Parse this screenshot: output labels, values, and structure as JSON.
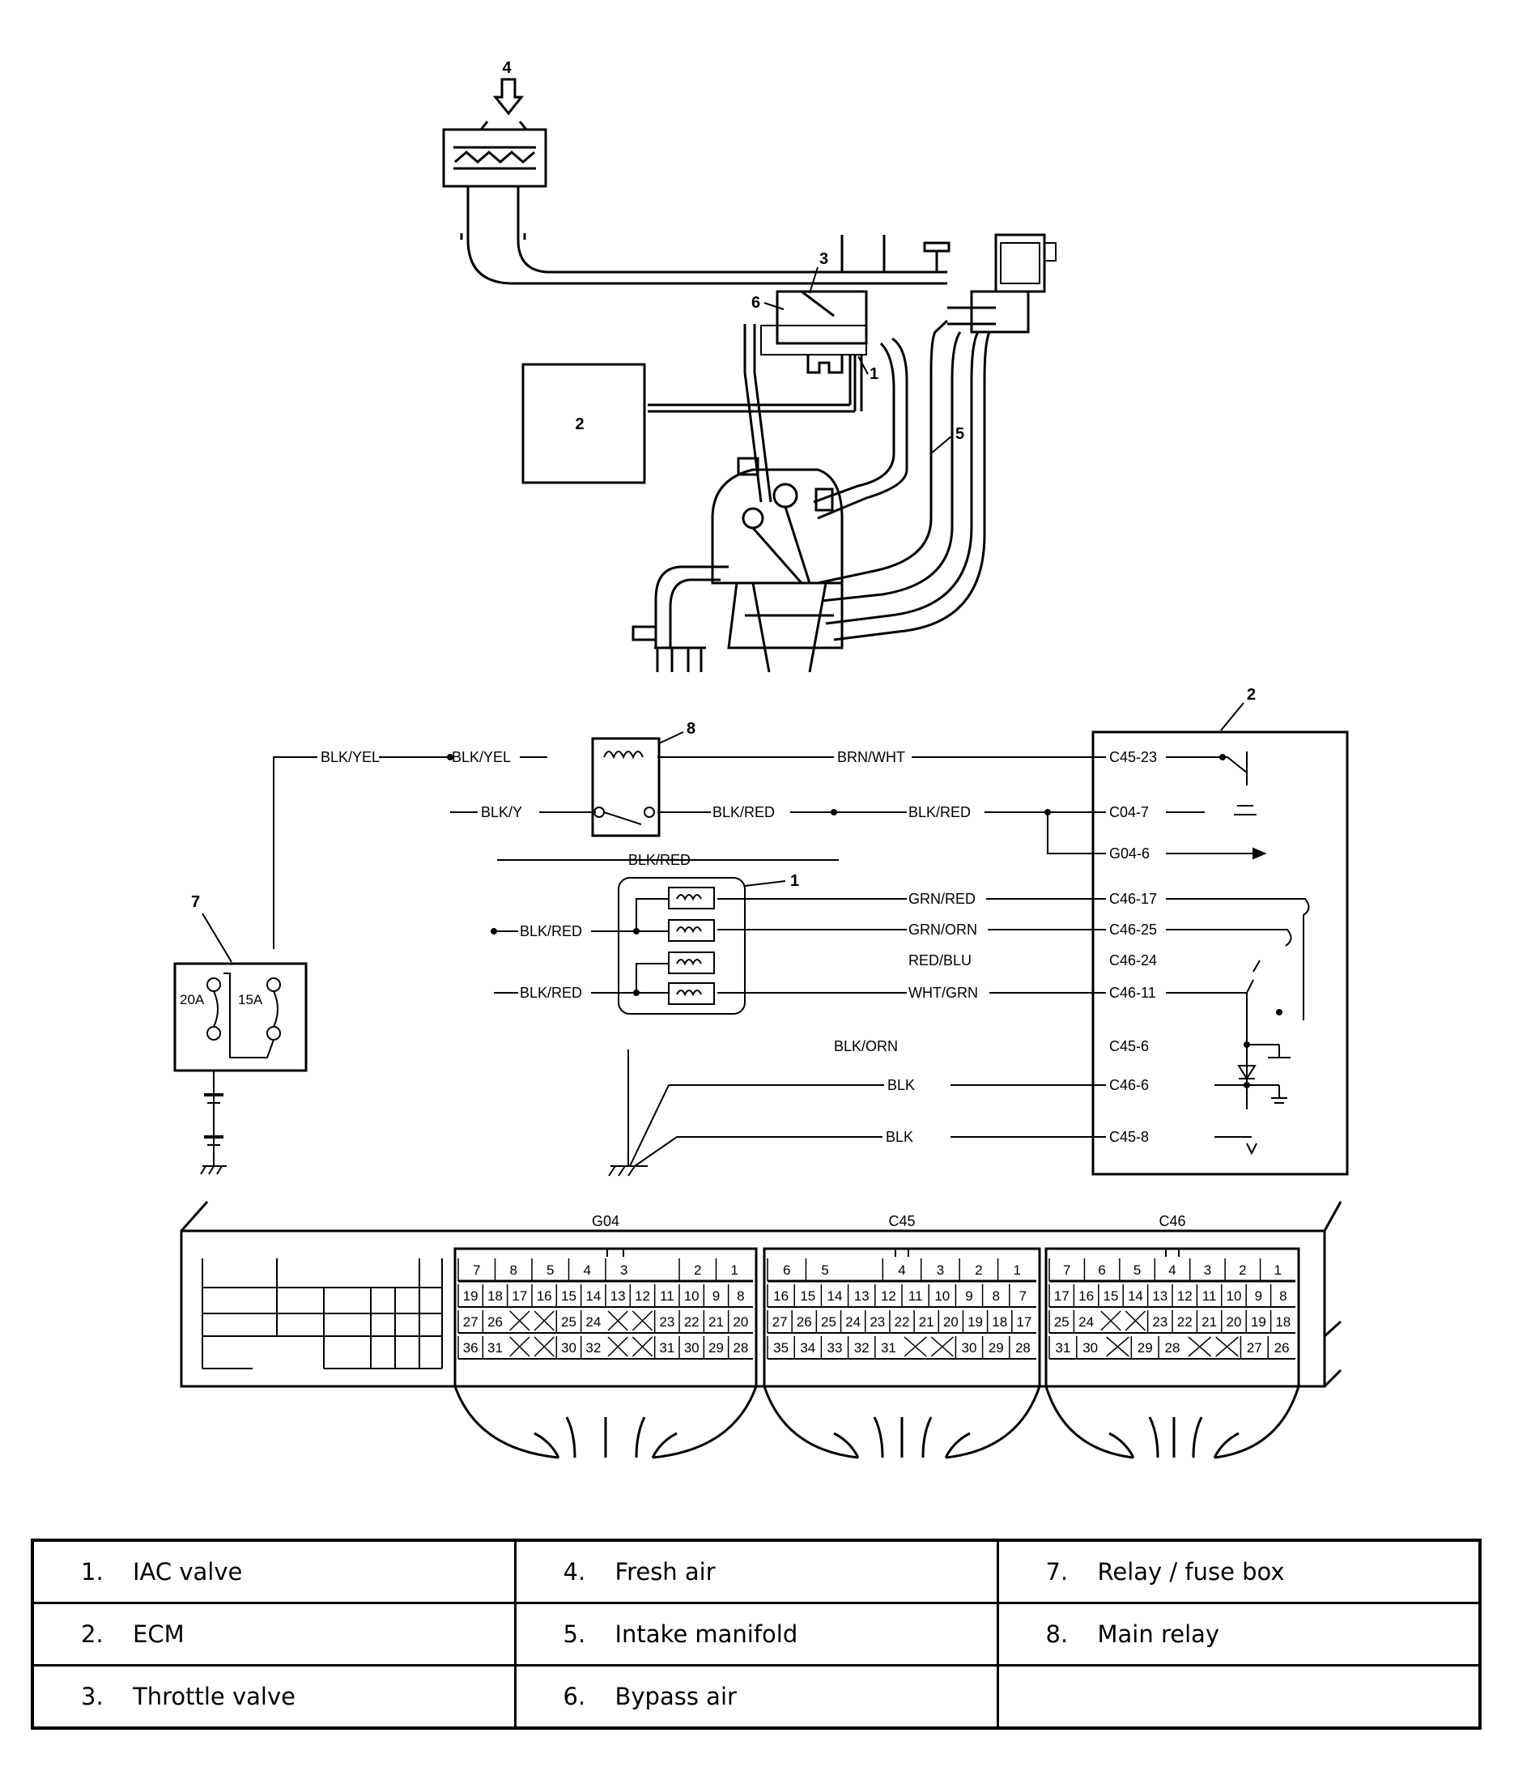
{
  "callouts": {
    "fresh_air": "4",
    "throttle": "3",
    "bypass": "6",
    "iac": "1",
    "ecm": "2",
    "intake": "5"
  },
  "schematic": {
    "fusebox_num": "7",
    "main_relay_num": "8",
    "iac_num": "1",
    "ecm_num": "2",
    "fuse_20a": "20A",
    "fuse_15a": "15A",
    "wires": {
      "blk_yel_1": "BLK/YEL",
      "blk_yel_2": "BLK/YEL",
      "blk_yel_3": "BLK/Y",
      "brn_wht": "BRN/WHT",
      "blk_red_1": "BLK/RED",
      "blk_red_2": "BLK/RED",
      "blk_red_3": "BLK/RED",
      "blk_red_4": "BLK/RED",
      "blk_red_5": "BLK/RED",
      "grn_red": "GRN/RED",
      "grn_orn": "GRN/ORN",
      "red_blu": "RED/BLU",
      "wht_grn": "WHT/GRN",
      "blk_orn": "BLK/ORN",
      "blk_1": "BLK",
      "blk_2": "BLK"
    },
    "terminals": [
      "C45-23",
      "C04-7",
      "G04-6",
      "C46-17",
      "C46-25",
      "C46-24",
      "C46-11",
      "C45-6",
      "C46-6",
      "C45-8"
    ]
  },
  "connectors": {
    "g04": {
      "name": "G04",
      "rows": [
        [
          "7",
          "8",
          "5",
          "4",
          "3",
          "",
          "2",
          "1"
        ],
        [
          "19",
          "18",
          "17",
          "16",
          "15",
          "14",
          "13",
          "12",
          "11",
          "10",
          "9",
          "8"
        ],
        [
          "27",
          "26",
          "",
          "",
          "25",
          "24",
          "",
          "",
          "23",
          "22",
          "21",
          "20"
        ],
        [
          "36",
          "31",
          "",
          "",
          "30",
          "32",
          "",
          "",
          "31",
          "30",
          "29",
          "28"
        ]
      ]
    },
    "c45": {
      "name": "C45",
      "rows": [
        [
          "6",
          "5",
          "",
          "4",
          "3",
          "2",
          "1"
        ],
        [
          "16",
          "15",
          "14",
          "13",
          "12",
          "11",
          "10",
          "9",
          "8",
          "7"
        ],
        [
          "27",
          "26",
          "25",
          "24",
          "23",
          "22",
          "21",
          "20",
          "19",
          "18",
          "17"
        ],
        [
          "35",
          "34",
          "33",
          "32",
          "31",
          "",
          "",
          "30",
          "29",
          "28"
        ]
      ]
    },
    "c46": {
      "name": "C46",
      "rows": [
        [
          "7",
          "6",
          "5",
          "4",
          "3",
          "2",
          "1"
        ],
        [
          "17",
          "16",
          "15",
          "14",
          "13",
          "12",
          "11",
          "10",
          "9",
          "8"
        ],
        [
          "25",
          "24",
          "",
          "",
          "23",
          "22",
          "21",
          "20",
          "19",
          "18"
        ],
        [
          "31",
          "30",
          "",
          "29",
          "28",
          "",
          "",
          "27",
          "26"
        ]
      ]
    }
  },
  "legend": [
    [
      {
        "num": "1.",
        "label": "IAC valve"
      },
      {
        "num": "4.",
        "label": "Fresh air"
      },
      {
        "num": "7.",
        "label": "Relay / fuse box"
      }
    ],
    [
      {
        "num": "2.",
        "label": "ECM"
      },
      {
        "num": "5.",
        "label": "Intake manifold"
      },
      {
        "num": "8.",
        "label": "Main relay"
      }
    ],
    [
      {
        "num": "3.",
        "label": "Throttle valve"
      },
      {
        "num": "6.",
        "label": "Bypass air"
      },
      {
        "num": "",
        "label": ""
      }
    ]
  ]
}
